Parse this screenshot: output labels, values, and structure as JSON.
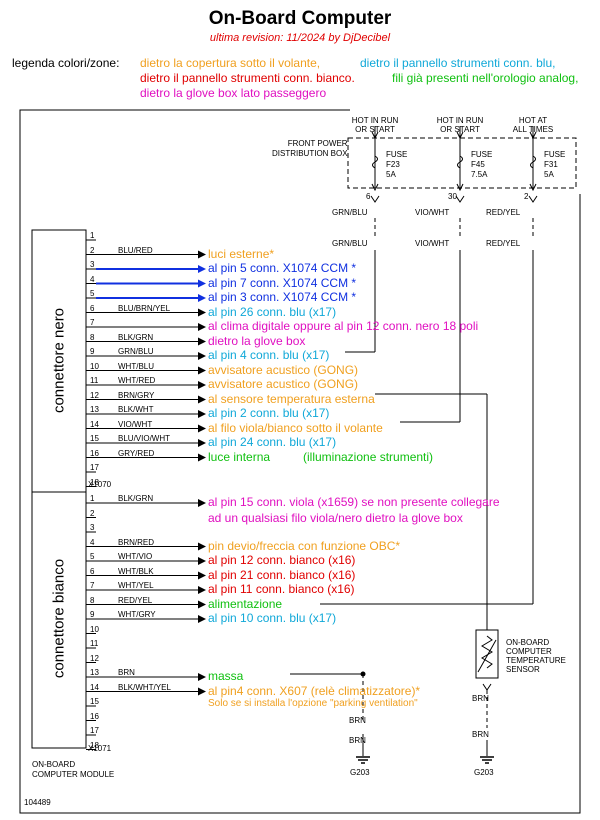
{
  "title": "On-Board Computer",
  "subtitle": "ultima revision: 11/2024 by DjDecibel",
  "legend": {
    "label": "legenda colori/zone:",
    "zones": [
      {
        "text": "dietro la copertura sotto il volante,",
        "color": "#f0a020"
      },
      {
        "text": "dietro il pannello strumenti conn. blu,",
        "color": "#10a8d8"
      },
      {
        "text": "dietro il pannello strumenti conn. bianco.",
        "color": "#e00000"
      },
      {
        "text": "fili già presenti nell'orologio analog,",
        "color": "#10c010"
      },
      {
        "text": "dietro la glove box lato passeggero",
        "color": "#e010c0"
      }
    ]
  },
  "power_box": {
    "label_line1": "FRONT POWER",
    "label_line2": "DISTRIBUTION BOX",
    "headers": [
      {
        "line1": "HOT IN RUN",
        "line2": "OR START"
      },
      {
        "line1": "HOT IN RUN",
        "line2": "OR START"
      },
      {
        "line1": "HOT AT",
        "line2": "ALL TIMES"
      }
    ],
    "fuses": [
      {
        "l1": "FUSE",
        "l2": "F23",
        "l3": "5A",
        "pin": "6",
        "wire_top": "GRN/BLU",
        "wire_bottom": "GRN/BLU"
      },
      {
        "l1": "FUSE",
        "l2": "F45",
        "l3": "7.5A",
        "pin": "30",
        "wire_top": "VIO/WHT",
        "wire_bottom": "VIO/WHT"
      },
      {
        "l1": "FUSE",
        "l2": "F31",
        "l3": "5A",
        "pin": "2",
        "wire_top": "RED/YEL",
        "wire_bottom": "RED/YEL"
      }
    ]
  },
  "black_connector": {
    "label": "connettore nero",
    "id": "X1070",
    "pins": [
      {
        "n": "1",
        "wire": "",
        "note": "",
        "color": ""
      },
      {
        "n": "2",
        "wire": "BLU/RED",
        "note": "luci esterne*",
        "color": "#f0a020"
      },
      {
        "n": "3",
        "wire": "",
        "note": "al pin 5 conn. X1074 CCM *",
        "color": "#1030e0"
      },
      {
        "n": "4",
        "wire": "",
        "note": "al pin 7 conn. X1074 CCM *",
        "color": "#1030e0"
      },
      {
        "n": "5",
        "wire": "",
        "note": "al pin 3 conn. X1074 CCM *",
        "color": "#1030e0"
      },
      {
        "n": "6",
        "wire": "BLU/BRN/YEL",
        "note": "al pin 26 conn. blu (x17)",
        "color": "#10a8d8"
      },
      {
        "n": "7",
        "wire": "",
        "note": "al clima digitale oppure al pin 12 conn. nero 18 poli",
        "color": "#e010c0"
      },
      {
        "n": "8",
        "wire": "BLK/GRN",
        "note": "dietro la glove box",
        "color": "#e010c0"
      },
      {
        "n": "9",
        "wire": "GRN/BLU",
        "note": "al pin 4 conn. blu (x17)",
        "color": "#10a8d8"
      },
      {
        "n": "10",
        "wire": "WHT/BLU",
        "note": "avvisatore acustico (GONG)",
        "color": "#f0a020"
      },
      {
        "n": "11",
        "wire": "WHT/RED",
        "note": "avvisatore acustico (GONG)",
        "color": "#f0a020"
      },
      {
        "n": "12",
        "wire": "BRN/GRY",
        "note": "al sensore temperatura esterna",
        "color": "#f0a020"
      },
      {
        "n": "13",
        "wire": "BLK/WHT",
        "note": "al pin 2 conn. blu (x17)",
        "color": "#10a8d8"
      },
      {
        "n": "14",
        "wire": "VIO/WHT",
        "note": "al filo viola/bianco sotto il volante",
        "color": "#f0a020"
      },
      {
        "n": "15",
        "wire": "BLU/VIO/WHT",
        "note": "al pin 24 conn. blu (x17)",
        "color": "#10a8d8"
      },
      {
        "n": "16",
        "wire": "GRY/RED",
        "note": "luce interna",
        "note2": "(illuminazione strumenti)",
        "color": "#10c010"
      },
      {
        "n": "17",
        "wire": "",
        "note": "",
        "color": ""
      },
      {
        "n": "18",
        "wire": "",
        "note": "",
        "color": ""
      }
    ]
  },
  "white_connector": {
    "label": "connettore bianco",
    "id": "X1071",
    "pins": [
      {
        "n": "1",
        "wire": "BLK/GRN",
        "note": "al pin 15 conn. viola (x1659) se non presente collegare",
        "note2": "ad un qualsiasi filo viola/nero dietro la glove box",
        "color": "#e010c0"
      },
      {
        "n": "2",
        "wire": "",
        "note": "",
        "color": ""
      },
      {
        "n": "3",
        "wire": "",
        "note": "",
        "color": ""
      },
      {
        "n": "4",
        "wire": "BRN/RED",
        "note": "pin devio/freccia con funzione OBC*",
        "color": "#f0a020"
      },
      {
        "n": "5",
        "wire": "WHT/VIO",
        "note": "al pin 12 conn. bianco (x16)",
        "color": "#e00000"
      },
      {
        "n": "6",
        "wire": "WHT/BLK",
        "note": "al pin 21 conn. bianco (x16)",
        "color": "#e00000"
      },
      {
        "n": "7",
        "wire": "WHT/YEL",
        "note": "al pin 11 conn. bianco (x16)",
        "color": "#e00000"
      },
      {
        "n": "8",
        "wire": "RED/YEL",
        "note": "alimentazione",
        "color": "#10c010"
      },
      {
        "n": "9",
        "wire": "WHT/GRY",
        "note": "al pin 10 conn. blu (x17)",
        "color": "#10a8d8"
      },
      {
        "n": "10",
        "wire": "",
        "note": "",
        "color": ""
      },
      {
        "n": "11",
        "wire": "",
        "note": "",
        "color": ""
      },
      {
        "n": "12",
        "wire": "",
        "note": "",
        "color": ""
      },
      {
        "n": "13",
        "wire": "BRN",
        "note": "massa",
        "color": "#10c010"
      },
      {
        "n": "14",
        "wire": "BLK/WHT/YEL",
        "note": "al pin4 conn. X607 (relè climatizzatore)*",
        "note2": "Solo se si installa l'opzione \"parking ventilation\"",
        "color": "#f0a020"
      },
      {
        "n": "15",
        "wire": "",
        "note": "",
        "color": ""
      },
      {
        "n": "16",
        "wire": "",
        "note": "",
        "color": ""
      },
      {
        "n": "17",
        "wire": "",
        "note": "",
        "color": ""
      },
      {
        "n": "18",
        "wire": "",
        "note": "",
        "color": ""
      }
    ]
  },
  "sensor": {
    "line1": "ON-BOARD",
    "line2": "COMPUTER",
    "line3": "TEMPERATURE",
    "line4": "SENSOR"
  },
  "grounds": [
    {
      "wire_top": "BRN",
      "wire_bottom": "BRN",
      "label": "G203"
    },
    {
      "wire_top": "BRN",
      "wire_bottom": "BRN",
      "label": "G203"
    }
  ],
  "module": {
    "line1": "ON-BOARD",
    "line2": "COMPUTER MODULE"
  },
  "figure_id": "104489"
}
